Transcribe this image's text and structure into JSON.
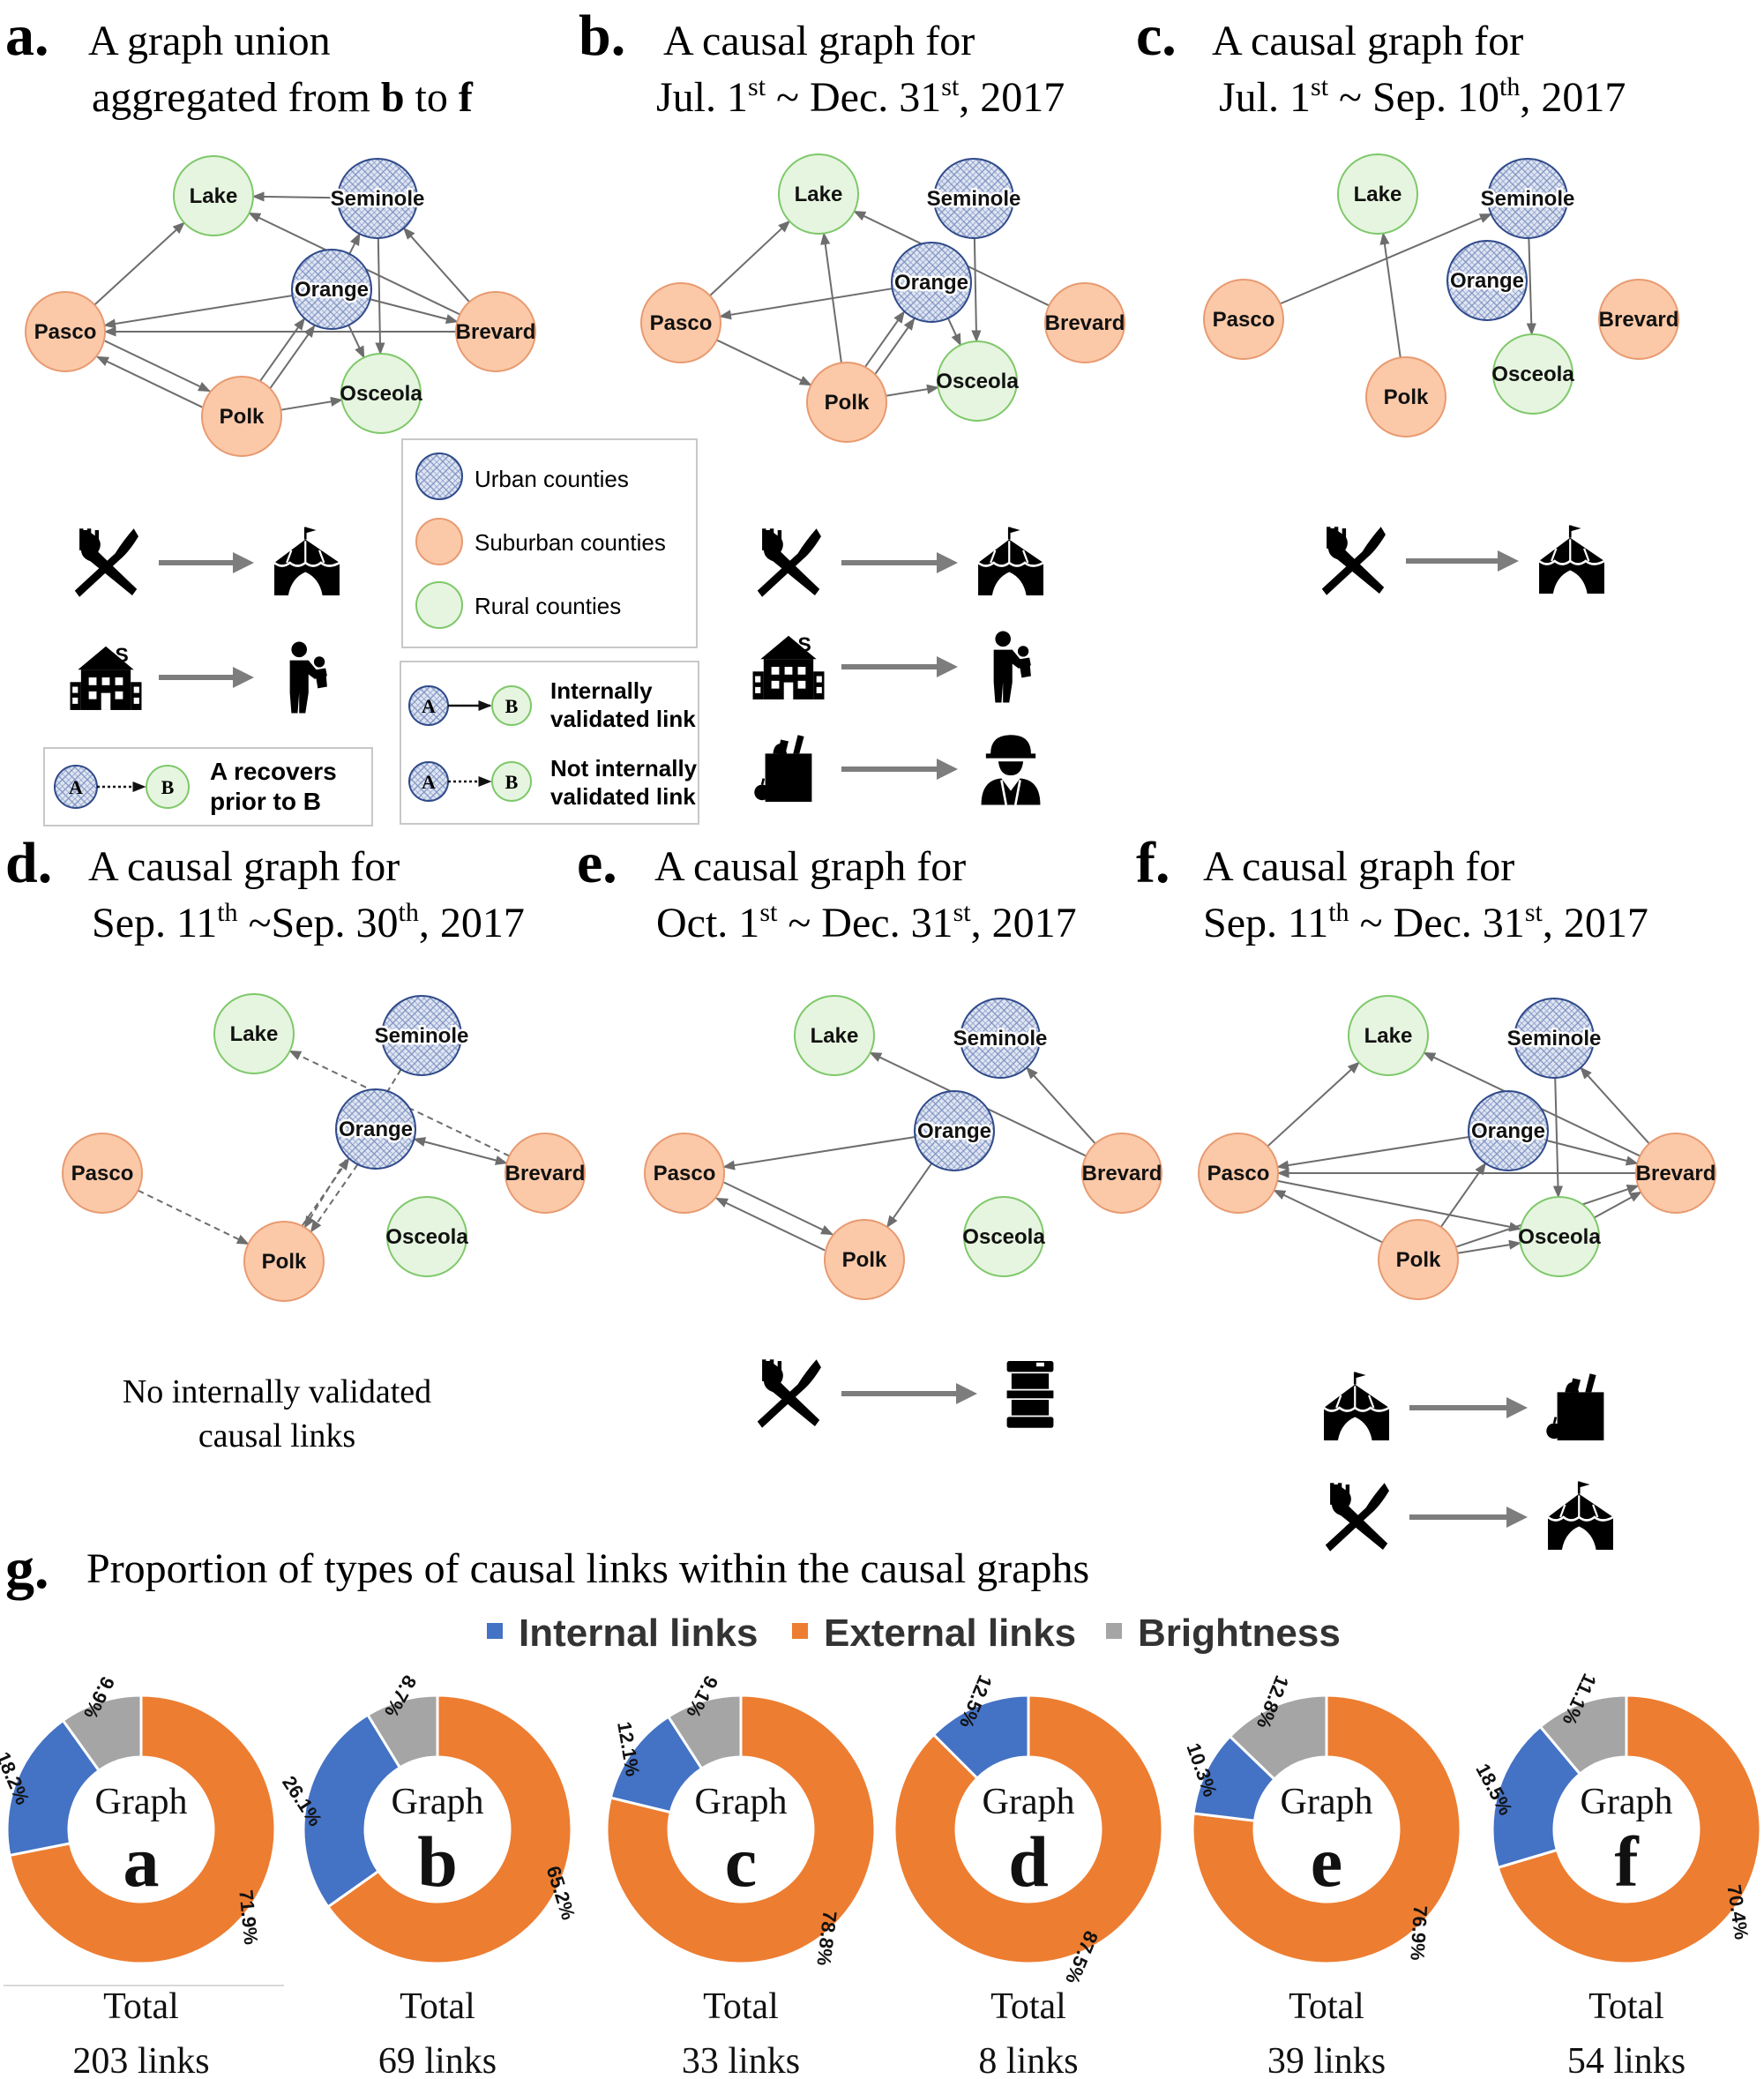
{
  "colors": {
    "urban_fill": "#dfe5f2",
    "urban_stroke": "#2f4a8a",
    "suburban_fill": "#fbc9a8",
    "suburban_stroke": "#e89a70",
    "rural_fill": "#e6f5df",
    "rural_stroke": "#7ec86a",
    "edge": "#6d6d6d",
    "internal": "#4472c4",
    "external": "#ed7d31",
    "brightness": "#a5a5a5"
  },
  "county_names": {
    "lake": "Lake",
    "seminole": "Seminole",
    "orange": "Orange",
    "pasco": "Pasco",
    "brevard": "Brevard",
    "polk": "Polk",
    "osceola": "Osceola"
  },
  "panels": {
    "a": {
      "letter": "a.",
      "line1": "A graph union",
      "line2_pre": "aggregated from ",
      "line2_b": "b",
      "line2_mid": " to ",
      "line2_f": "f"
    },
    "b": {
      "letter": "b.",
      "line1": "A causal graph for",
      "d1": "Jul. 1",
      "s1": "st",
      "m": " ~ Dec. 31",
      "s2": "st",
      "e": ",  2017"
    },
    "c": {
      "letter": "c.",
      "line1": "A causal graph for",
      "d1": "Jul. 1",
      "s1": "st",
      "m": " ~ Sep. 10",
      "s2": "th",
      "e": ", 2017"
    },
    "d": {
      "letter": "d.",
      "line1": "A causal graph for",
      "d1": "Sep. 11",
      "s1": "th",
      "m": " ~Sep. 30",
      "s2": "th",
      "e": ", 2017"
    },
    "e": {
      "letter": "e.",
      "line1": "A causal graph for",
      "d1": "Oct. 1",
      "s1": "st",
      "m": " ~ Dec. 31",
      "s2": "st",
      "e": ", 2017"
    },
    "f": {
      "letter": "f.",
      "line1": "A causal graph for",
      "d1": "Sep. 11",
      "s1": "th",
      "m": " ~ Dec. 31",
      "s2": "st",
      "e": ", 2017"
    },
    "d_note_1": "No internally validated",
    "d_note_2": "causal links"
  },
  "legend": {
    "urban": "Urban counties",
    "suburban": "Suburban counties",
    "rural": "Rural counties",
    "node_a": "A",
    "node_b": "B",
    "internal_1": "Internally",
    "internal_2": "validated link",
    "not_internal_1": "Not internally",
    "not_internal_2": "validated link",
    "recovers_1": "A recovers",
    "recovers_2": "prior to B"
  },
  "icons": {
    "a": [
      [
        "restaurant-icon",
        "amusement-tent-icon"
      ],
      [
        "school-icon",
        "parent-with-child-icon"
      ]
    ],
    "b": [
      [
        "restaurant-icon",
        "amusement-tent-icon"
      ],
      [
        "school-icon",
        "parent-with-child-icon"
      ],
      [
        "grocery-icon",
        "construction-worker-icon"
      ]
    ],
    "c": [
      [
        "restaurant-icon",
        "amusement-tent-icon"
      ]
    ],
    "e": [
      [
        "restaurant-icon",
        "gas-barrel-icon"
      ]
    ],
    "f": [
      [
        "amusement-tent-icon",
        "grocery-icon"
      ],
      [
        "restaurant-icon",
        "amusement-tent-icon"
      ]
    ]
  },
  "g": {
    "letter": "g.",
    "title": "Proportion of types of causal links within the causal graphs",
    "legend_internal": "Internal links",
    "legend_external": "External links",
    "legend_brightness": "Brightness",
    "center_word": "Graph",
    "total_word": "Total"
  },
  "chart_data": {
    "type": "pie",
    "title": "Proportion of types of causal links within the causal graphs",
    "categories": [
      "Internal links",
      "External links",
      "Brightness"
    ],
    "charts": [
      {
        "graph": "a",
        "internal": 18.2,
        "external": 71.9,
        "brightness": 9.9,
        "labels": [
          "18.2%",
          "71.9%",
          "9.9%"
        ],
        "total": "203 links"
      },
      {
        "graph": "b",
        "internal": 26.1,
        "external": 65.2,
        "brightness": 8.7,
        "labels": [
          "26.1%",
          "65.2%",
          "8.7%"
        ],
        "total": "69 links"
      },
      {
        "graph": "c",
        "internal": 12.1,
        "external": 78.8,
        "brightness": 9.1,
        "labels": [
          "12.1%",
          "78.8%",
          "9.1%"
        ],
        "total": "33 links"
      },
      {
        "graph": "d",
        "internal": 12.5,
        "external": 87.5,
        "brightness": 0,
        "labels": [
          "12.5%",
          "87.5%",
          ""
        ],
        "total": "8 links"
      },
      {
        "graph": "e",
        "internal": 10.3,
        "external": 76.9,
        "brightness": 12.8,
        "labels": [
          "10.3%",
          "76.9%",
          "12.8%"
        ],
        "total": "39 links"
      },
      {
        "graph": "f",
        "internal": 18.5,
        "external": 70.4,
        "brightness": 11.1,
        "labels": [
          "18.5%",
          "70.4%",
          "11.1%"
        ],
        "total": "54 links"
      }
    ]
  }
}
